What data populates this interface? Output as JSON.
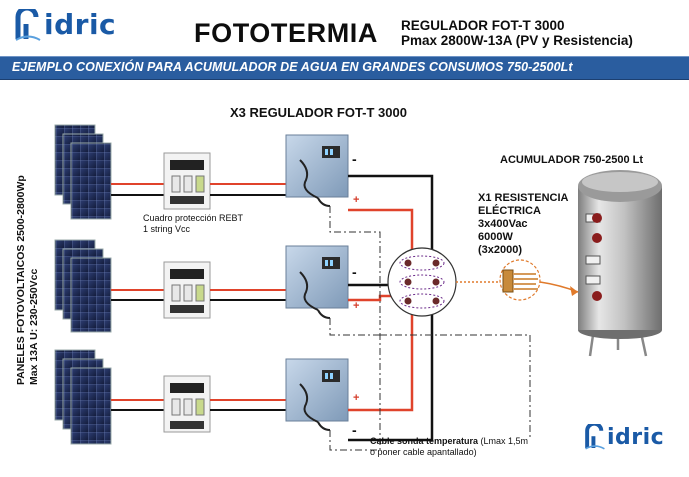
{
  "brand": {
    "name": "idric",
    "color": "#1a5aa6"
  },
  "header": {
    "title": "FOTOTERMIA",
    "regulator_model": "REGULADOR FOT-T  3000",
    "regulator_spec": "Pmax 2800W-13A (PV y Resistencia)"
  },
  "banner": {
    "text": "EJEMPLO CONEXIÓN PARA ACUMULADOR DE AGUA  EN GRANDES CONSUMOS 750-2500Lt",
    "color": "#2a5d9f"
  },
  "diagram": {
    "regulators_label": "X3 REGULADOR FOT-T  3000",
    "panels_label": {
      "line1": "PANELES FOTOVOLTAICOS  2500-2800Wp",
      "line2": "Max 13A U: 230-250Vcc"
    },
    "protection_label": {
      "line1": "Cuadro protección REBT",
      "line2": "1 string  Vcc"
    },
    "accumulator_label": "ACUMULADOR  750-2500 Lt",
    "resistance_label": {
      "line1": "X1 RESISTENCIA",
      "line2": "ELÉCTRICA",
      "line3": "3x400Vac",
      "line4": "6000W",
      "line5": "(3x2000)"
    },
    "probe_label": {
      "bold": "Cable sonda temperatura",
      "rest": " (Lmax 1,5m",
      "line2": "o poner cable apantallado)"
    },
    "signs": {
      "minus": "-",
      "plus": "+"
    },
    "colors": {
      "positive_wire": "#e0432b",
      "negative_wire": "#111111",
      "panel": "#1d2b55",
      "regulator": "#9fb6cf",
      "tank": "#b9b9b9"
    }
  }
}
